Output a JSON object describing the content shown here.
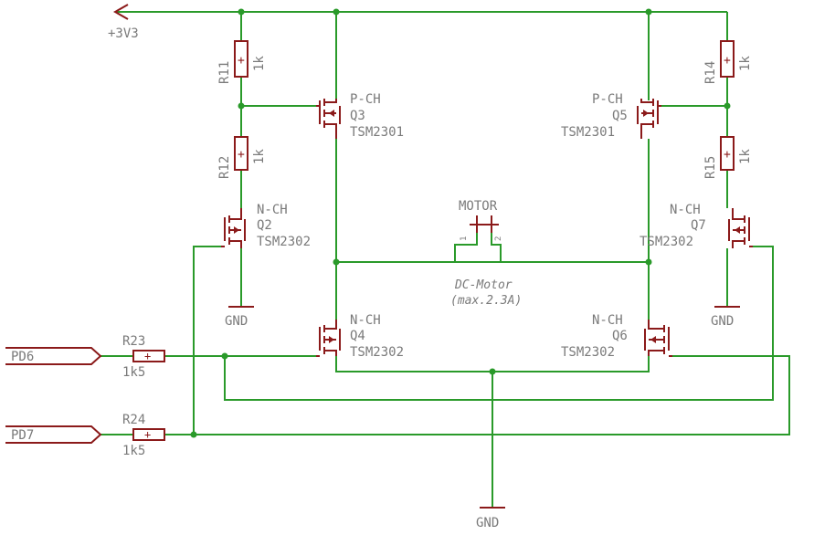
{
  "colors": {
    "wire": "#2a9a2a",
    "symbol": "#8b1a1a",
    "text": "#7a7a7a",
    "background": "#ffffff"
  },
  "supply": {
    "label": "+3V3"
  },
  "motor": {
    "ref": "MOTOR",
    "pin1": "1",
    "pin2": "2",
    "desc": "DC-Motor",
    "rating": "(max.2.3A)"
  },
  "resistors": {
    "r11": {
      "ref": "R11",
      "value": "1k"
    },
    "r12": {
      "ref": "R12",
      "value": "1k"
    },
    "r14": {
      "ref": "R14",
      "value": "1k"
    },
    "r15": {
      "ref": "R15",
      "value": "1k"
    },
    "r23": {
      "ref": "R23",
      "value": "1k5"
    },
    "r24": {
      "ref": "R24",
      "value": "1k5"
    }
  },
  "transistors": {
    "q2": {
      "type": "N-CH",
      "ref": "Q2",
      "part": "TSM2302"
    },
    "q3": {
      "type": "P-CH",
      "ref": "Q3",
      "part": "TSM2301"
    },
    "q4": {
      "type": "N-CH",
      "ref": "Q4",
      "part": "TSM2302"
    },
    "q5": {
      "type": "P-CH",
      "ref": "Q5",
      "part": "TSM2301"
    },
    "q6": {
      "type": "N-CH",
      "ref": "Q6",
      "part": "TSM2302"
    },
    "q7": {
      "type": "N-CH",
      "ref": "Q7",
      "part": "TSM2302"
    }
  },
  "ports": {
    "pd6": "PD6",
    "pd7": "PD7"
  },
  "grounds": {
    "gnd_q2": "GND",
    "gnd_q7": "GND",
    "gnd_main": "GND"
  }
}
